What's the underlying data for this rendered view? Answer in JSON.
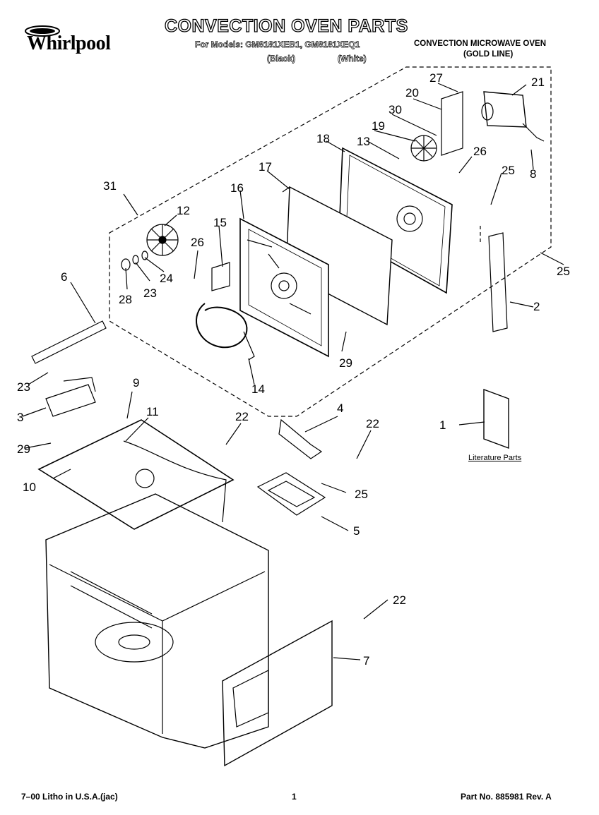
{
  "header": {
    "brand": "Whirlpool",
    "title": "CONVECTION OVEN PARTS",
    "models_line": "For Models: GM8181XEB1, GM8181XEQ1",
    "color_black": "(Black)",
    "color_white": "(White)",
    "product_type": "CONVECTION MICROWAVE OVEN",
    "product_line": "(GOLD LINE)"
  },
  "literature_label": "Literature Parts",
  "callouts": [
    "27",
    "21",
    "20",
    "30",
    "19",
    "18",
    "13",
    "26",
    "25",
    "8",
    "17",
    "31",
    "16",
    "12",
    "15",
    "26",
    "24",
    "23",
    "28",
    "25",
    "2",
    "6",
    "29",
    "14",
    "23",
    "3",
    "9",
    "11",
    "22",
    "4",
    "22",
    "1",
    "29",
    "10",
    "25",
    "5",
    "22",
    "7"
  ],
  "footer": {
    "left": "7–00 Litho in U.S.A.(jac)",
    "page": "1",
    "part_no": "Part No. 885981 Rev. A"
  }
}
